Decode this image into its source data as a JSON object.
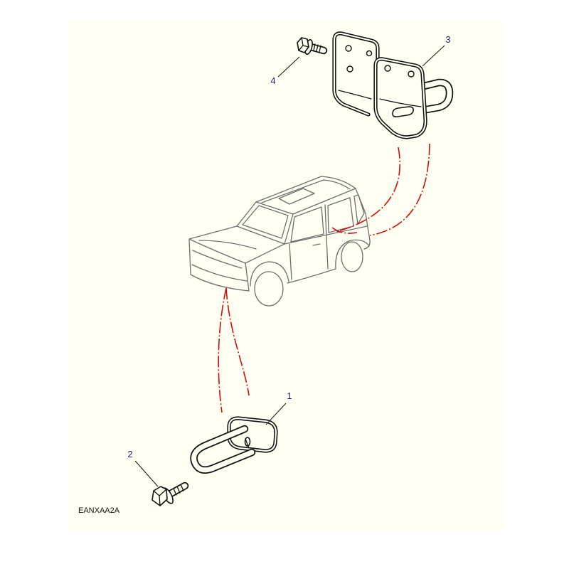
{
  "figure": {
    "code": "EANXAA2A"
  },
  "callouts": [
    {
      "label": "1"
    },
    {
      "label": "2"
    },
    {
      "label": "3"
    },
    {
      "label": "4"
    }
  ],
  "colors": {
    "page_background": "#ffffff",
    "panel_background": "#fffff2",
    "part_line": "#111111",
    "vehicle_line": "#6e6e6e",
    "callout_text": "#22226e",
    "path_line": "#cc1010"
  }
}
